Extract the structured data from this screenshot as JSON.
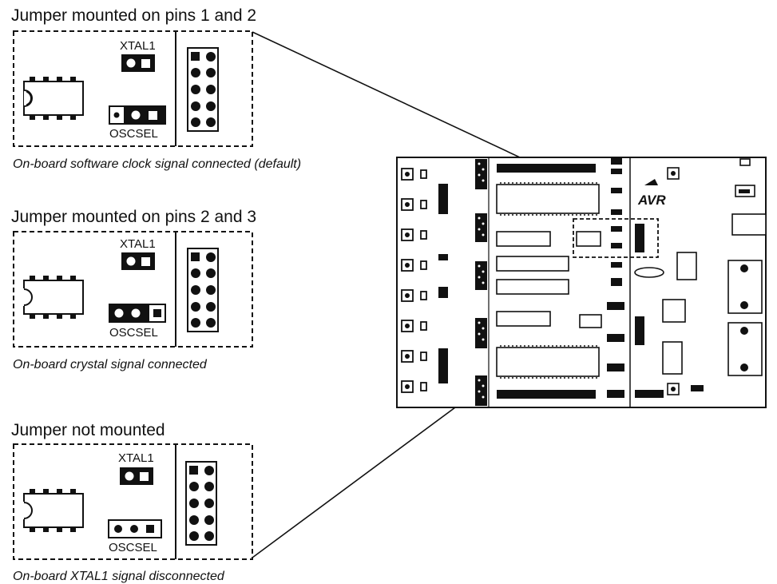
{
  "panels": [
    {
      "heading": "Jumper mounted on pins 1 and 2",
      "xtal_label": "XTAL1",
      "osc_label": "OSCSEL",
      "caption": "On-board software clock signal connected (default)"
    },
    {
      "heading": "Jumper mounted on pins 2 and 3",
      "xtal_label": "XTAL1",
      "osc_label": "OSCSEL",
      "caption": "On-board crystal signal connected"
    },
    {
      "heading": "Jumper not mounted",
      "xtal_label": "XTAL1",
      "osc_label": "OSCSEL",
      "caption": "On-board XTAL1 signal disconnected"
    }
  ],
  "board": {
    "logo_text": "AVR"
  }
}
